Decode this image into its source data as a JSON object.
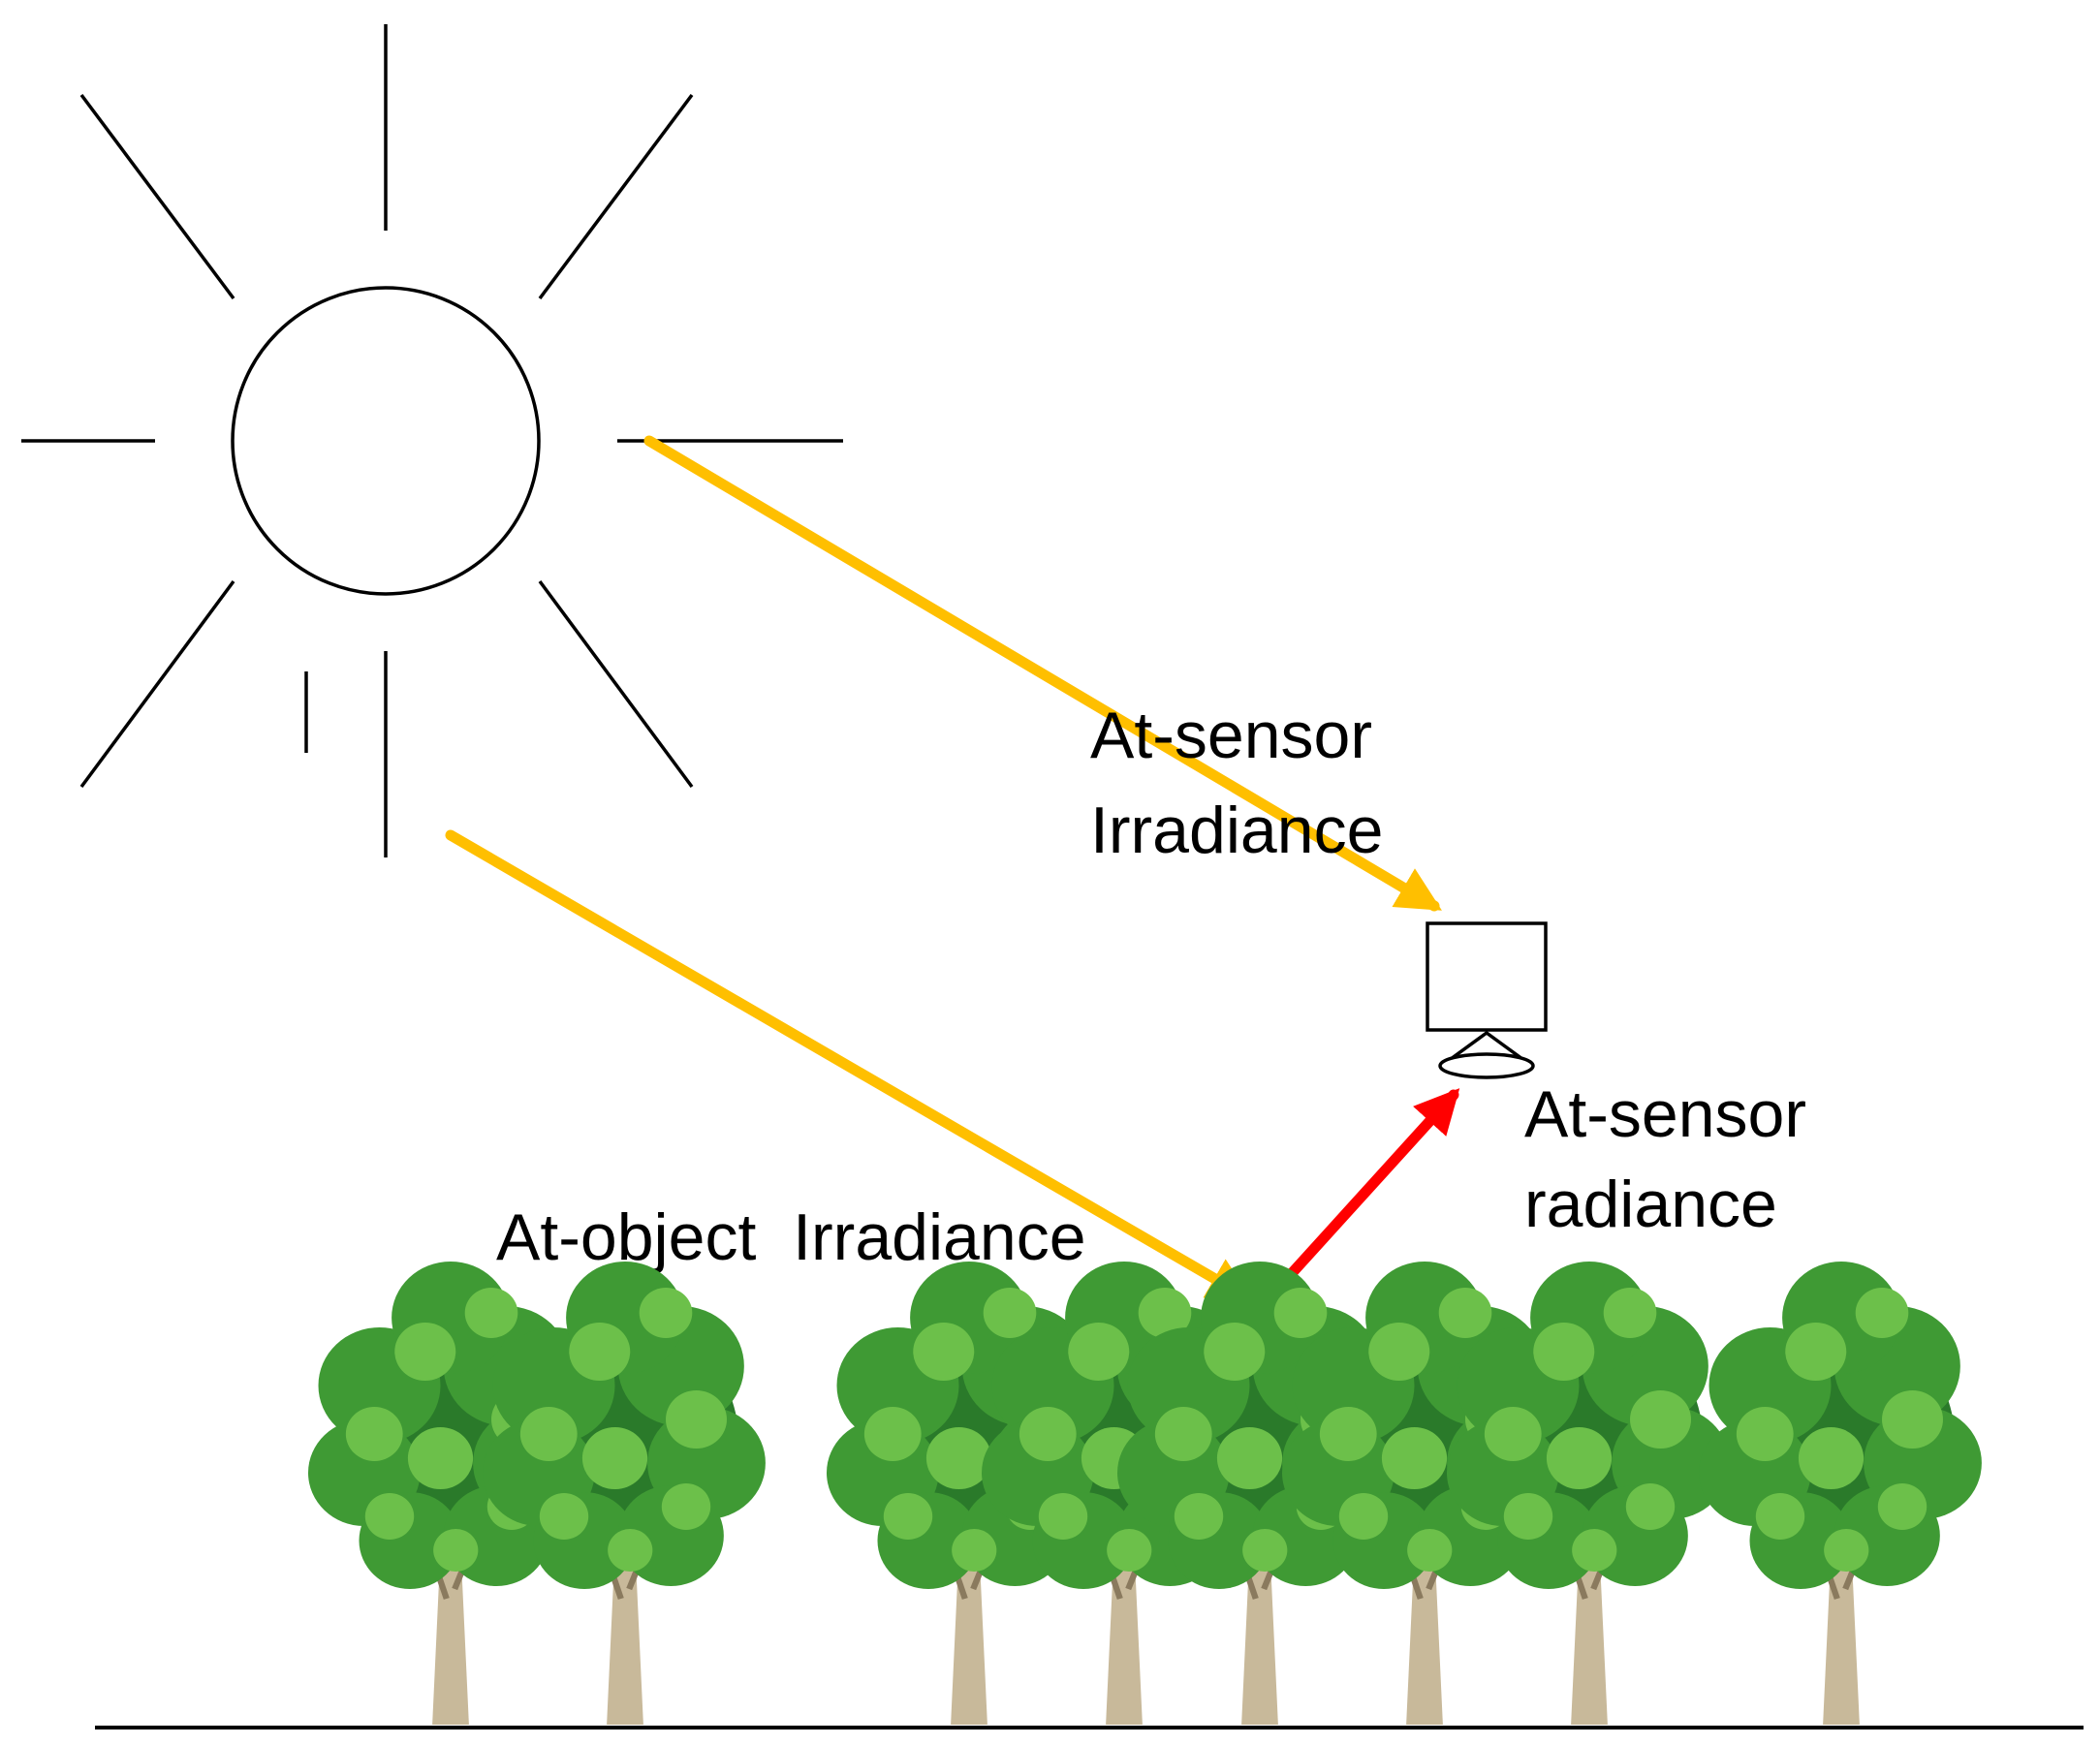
{
  "labels": {
    "at_sensor_irradiance_line1": "At-sensor",
    "at_sensor_irradiance_line2": "Irradiance",
    "at_sensor_radiance_line1": "At-sensor",
    "at_sensor_radiance_line2": "radiance",
    "at_object_irradiance": "At-object  Irradiance"
  },
  "colors": {
    "sun_stroke": "#000000",
    "irradiance_arrow": "#FFBF00",
    "radiance_arrow": "#FF0000",
    "foliage_dark": "#2a7a2a",
    "foliage_mid": "#3f9a34",
    "foliage_light": "#6cc04a",
    "trunk": "#c8b99a",
    "ground": "#000000"
  },
  "icons": {
    "sun": "sun-icon",
    "sensor": "camera-sensor-icon",
    "tree": "tree-icon"
  },
  "trees": {
    "count": 8
  }
}
